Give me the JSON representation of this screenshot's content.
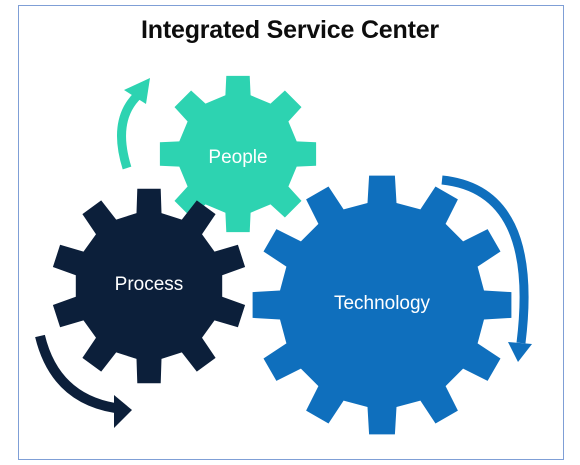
{
  "title": "Integrated Service Center",
  "gears": [
    {
      "id": "people",
      "label": "People",
      "color": "#2dd3b1"
    },
    {
      "id": "process",
      "label": "Process",
      "color": "#0c1f3a"
    },
    {
      "id": "technology",
      "label": "Technology",
      "color": "#0f6fbd"
    }
  ],
  "arrows": [
    {
      "id": "people",
      "color": "#2dd3b1"
    },
    {
      "id": "process",
      "color": "#0c1f3a"
    },
    {
      "id": "technology",
      "color": "#0f6fbd"
    }
  ]
}
